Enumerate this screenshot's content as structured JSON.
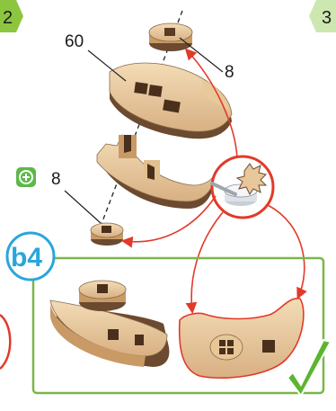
{
  "steps": {
    "left_number": "2",
    "right_number": "3"
  },
  "labels": {
    "part_60": "60",
    "part_8_top": "8",
    "part_8_bottom": "8",
    "substep": "b4"
  },
  "icons": {
    "glue": "glue-pot-icon",
    "add": "plus-circle-icon",
    "check": "checkmark-icon"
  },
  "colors": {
    "wood_light": "#f0d7b0",
    "wood_mid": "#d9b284",
    "wood_dark": "#6b4a2f",
    "arrow_red": "#e23a2a",
    "frame_green": "#7ab648",
    "step_badge_green": "#8cc63f",
    "b4_blue": "#29a6dc",
    "check_green": "#5cb531"
  }
}
